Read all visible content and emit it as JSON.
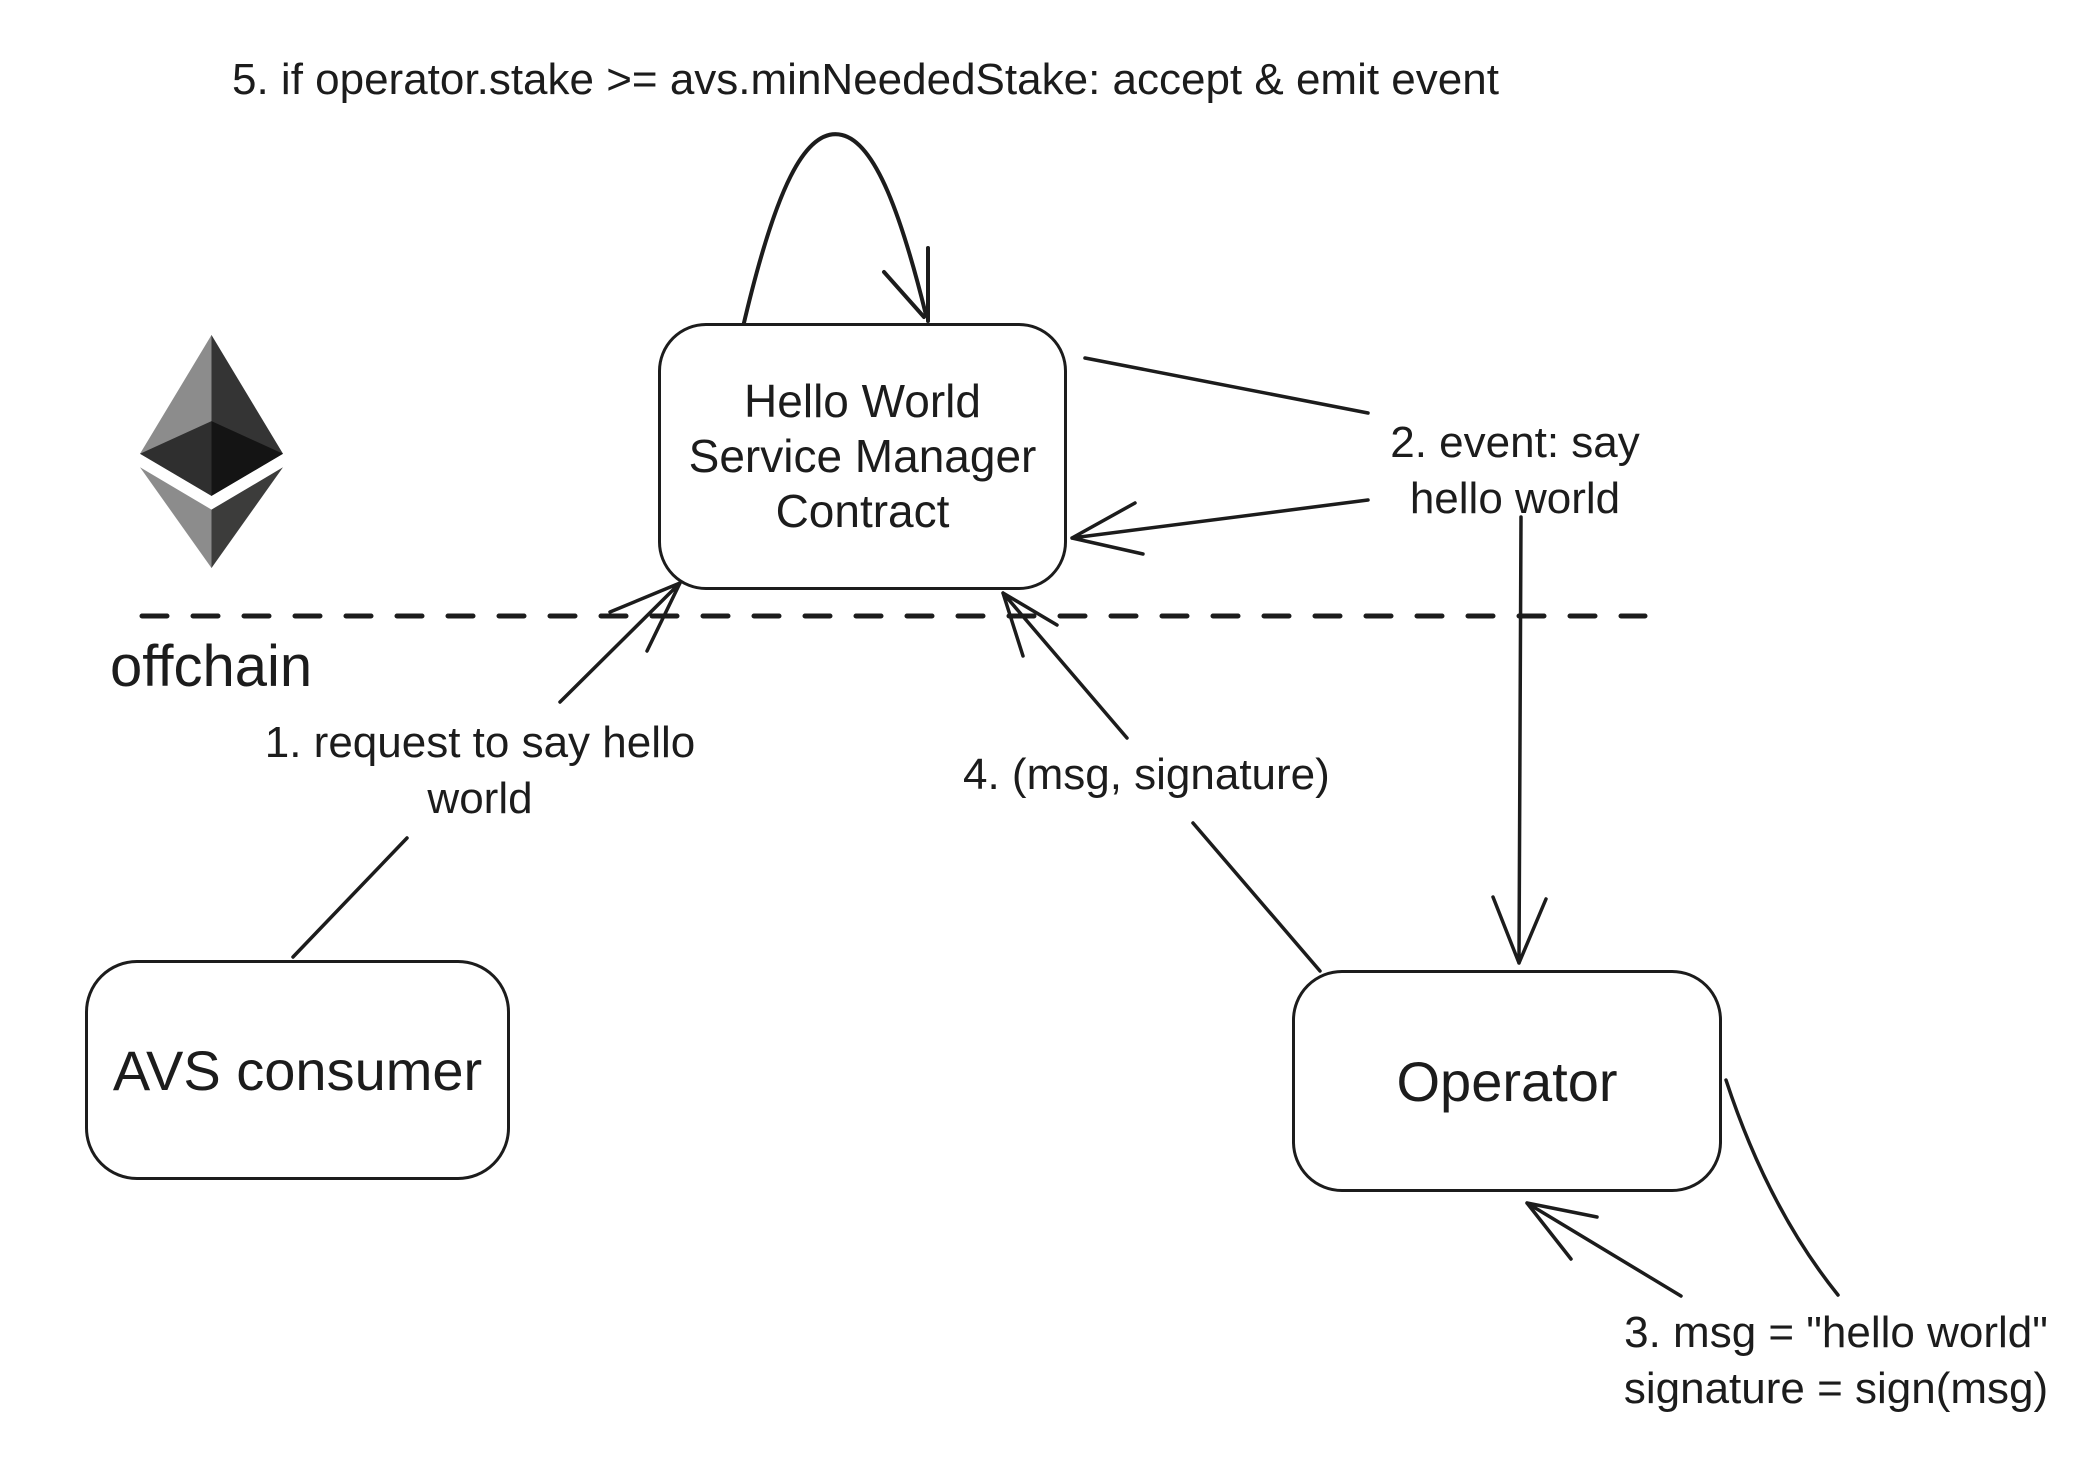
{
  "colors": {
    "background": "#ffffff",
    "ink": "#1c1c1c",
    "eth_light_gray": "#8C8C8C",
    "eth_dark_gray": "#343434",
    "eth_mid_gray": "#3C3C3B",
    "eth_shade_left": "#2F2F2F",
    "eth_shade_right": "#141414"
  },
  "nodes": {
    "service_manager": {
      "line1": "Hello World",
      "line2": "Service Manager",
      "line3": "Contract"
    },
    "avs_consumer": {
      "label": "AVS consumer"
    },
    "operator": {
      "label": "Operator"
    }
  },
  "zone": {
    "offchain": "offchain"
  },
  "steps": {
    "step1": {
      "line1": "1. request to say hello",
      "line2": "world"
    },
    "step2": {
      "line1": "2. event: say",
      "line2": "hello world"
    },
    "step3": {
      "line1": "3. msg = \"hello world\"",
      "line2": "signature = sign(msg)"
    },
    "step4": {
      "label": "4. (msg, signature)"
    },
    "step5": {
      "label": "5. if operator.stake >= avs.minNeededStake: accept & emit event"
    }
  },
  "icons": {
    "ethereum": "ethereum-logo"
  }
}
